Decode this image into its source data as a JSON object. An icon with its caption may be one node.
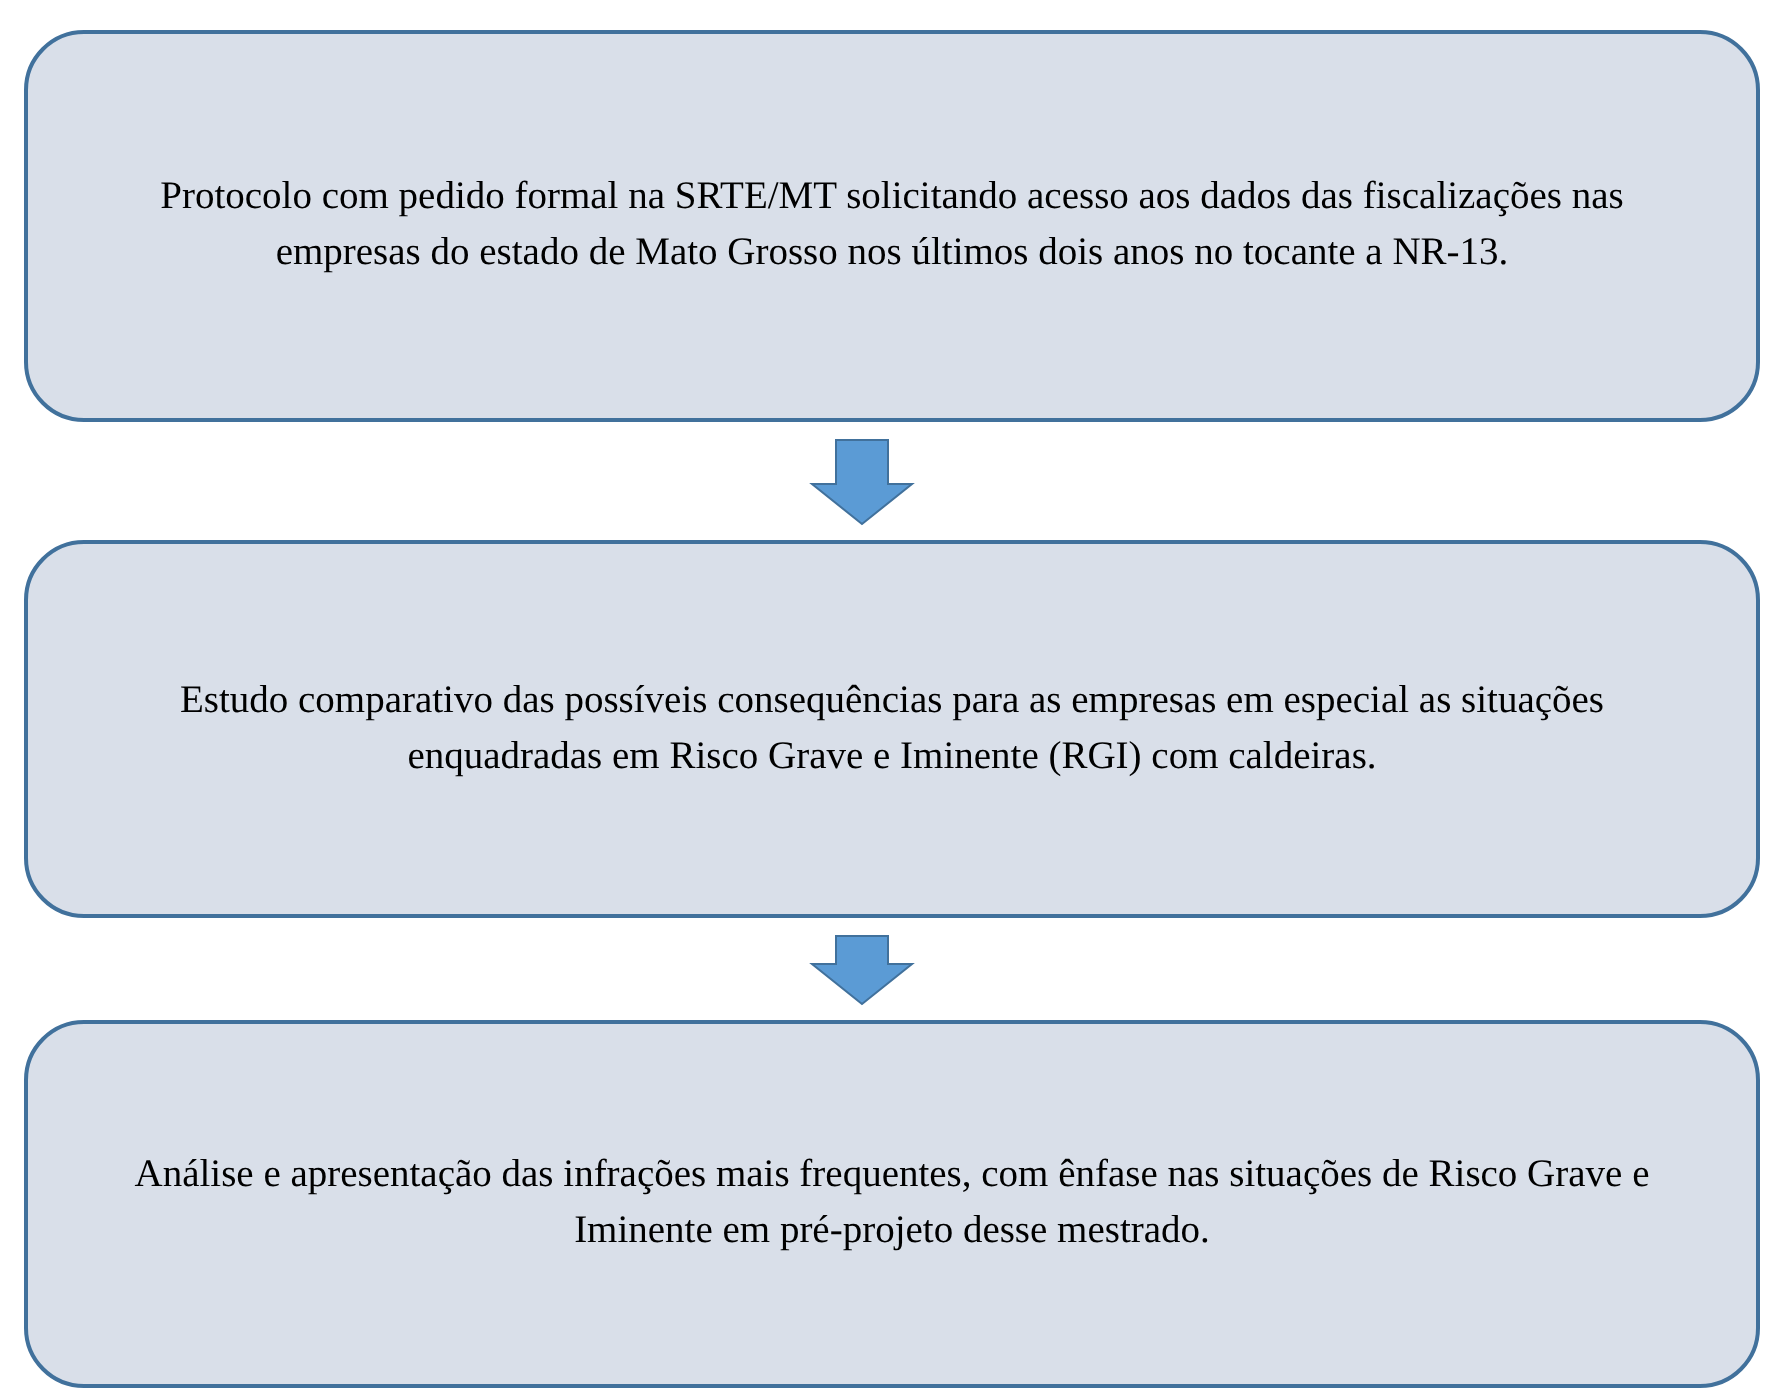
{
  "diagram": {
    "nodes": [
      {
        "text": [
          "Protocolo com pedido formal na SRTE/MT solicitando acesso aos dados das fiscalizações nas empresas do estado de Mato Grosso nos últimos dois anos no tocante a NR-13."
        ]
      },
      {
        "text": [
          "Estudo comparativo das possíveis consequências para as empresas em especial as situações enquadradas em Risco Grave e Iminente (RGI) com caldeiras."
        ]
      },
      {
        "text": [
          "Análise e apresentação das infrações mais frequentes, com ênfase nas situações de Risco Grave e Iminente em pré-projeto desse mestrado."
        ]
      }
    ],
    "edges": [
      {
        "from": 0,
        "to": 1,
        "arrow": "to"
      },
      {
        "from": 1,
        "to": 2,
        "arrow": "to"
      }
    ]
  }
}
